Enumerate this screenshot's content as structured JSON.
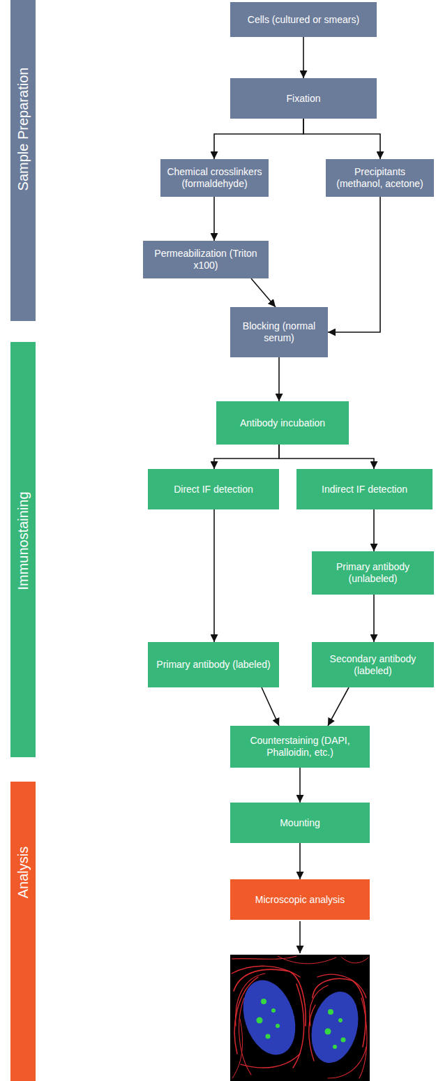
{
  "diagram": {
    "nodes": [
      {
        "text": [
          "Sample Preparation"
        ]
      },
      {
        "text": [
          "Cells (cultured or smears)"
        ]
      },
      {
        "text": [
          "Fixation"
        ]
      },
      {
        "text": [
          "Chemical crosslinkers (formaldehyde)"
        ]
      },
      {
        "text": [
          "Precipitants (methanol, acetone)"
        ]
      },
      {
        "text": [
          "Permeabilization (Triton x100)"
        ]
      },
      {
        "text": [
          "Blocking (normal serum)"
        ]
      },
      {
        "text": [
          "Immunostaining"
        ]
      },
      {
        "text": [
          "Antibody incubation"
        ]
      },
      {
        "text": [
          "Direct IF detection"
        ]
      },
      {
        "text": [
          "Indirect IF detection"
        ]
      },
      {
        "text": [
          "Primary antibody (labeled)"
        ]
      },
      {
        "text": [
          "Primary antibody (unlabeled)"
        ]
      },
      {
        "text": [
          "Secondary antibody (labeled)"
        ]
      },
      {
        "text": [
          "Counterstaining (DAPI, Phalloidin, etc.)"
        ]
      },
      {
        "text": [
          "Mounting"
        ]
      },
      {
        "text": [
          "Analysis"
        ]
      },
      {
        "text": [
          "Microscopic analysis"
        ]
      }
    ],
    "edges": [
      {
        "from": 1,
        "to": 2,
        "arrow": "to"
      },
      {
        "from": 2,
        "to": 3,
        "arrow": "to"
      },
      {
        "from": 2,
        "to": 4,
        "arrow": "to"
      },
      {
        "from": 3,
        "to": 5,
        "arrow": "to"
      },
      {
        "from": 5,
        "to": 6,
        "arrow": "to"
      },
      {
        "from": 4,
        "to": 6,
        "arrow": "to"
      },
      {
        "from": 6,
        "to": 8,
        "arrow": "to"
      },
      {
        "from": 8,
        "to": 9,
        "arrow": "to"
      },
      {
        "from": 8,
        "to": 10,
        "arrow": "to"
      },
      {
        "from": 9,
        "to": 11,
        "arrow": "to"
      },
      {
        "from": 10,
        "to": 12,
        "arrow": "to"
      },
      {
        "from": 12,
        "to": 13,
        "arrow": "to"
      },
      {
        "from": 11,
        "to": 14,
        "arrow": "to"
      },
      {
        "from": 13,
        "to": 14,
        "arrow": "to"
      },
      {
        "from": 14,
        "to": 15,
        "arrow": "to"
      },
      {
        "from": 15,
        "to": 17,
        "arrow": "to"
      }
    ]
  }
}
